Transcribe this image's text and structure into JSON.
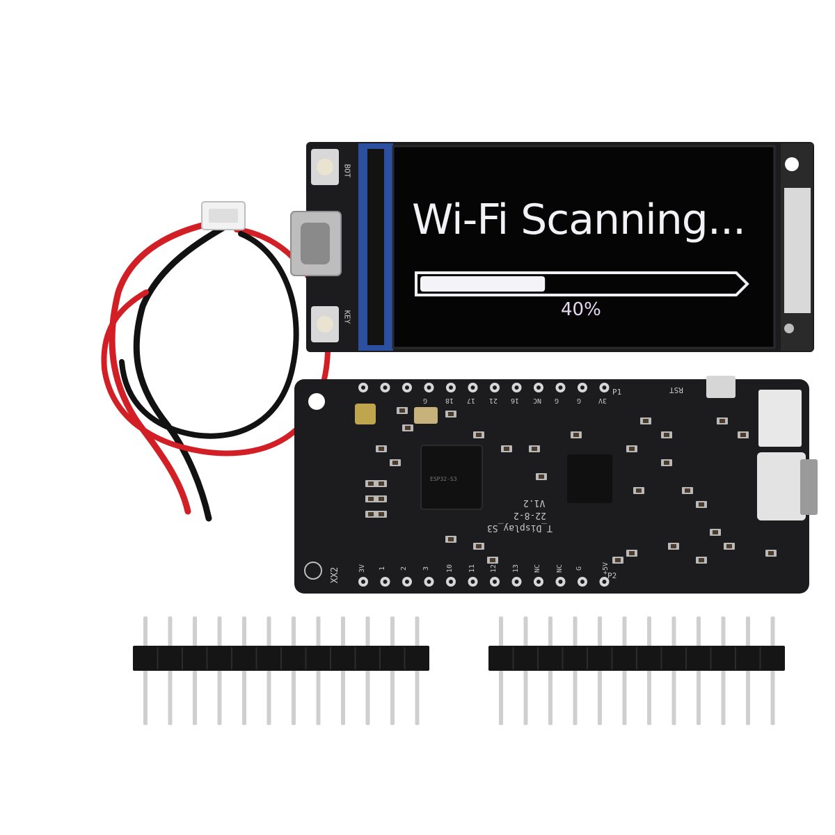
{
  "display": {
    "title": "Wi-Fi Scanning...",
    "progress_percent": 40,
    "progress_label": "40%"
  },
  "silkscreen": {
    "buttons": [
      "BOT",
      "KEY"
    ],
    "reset_label": "RST",
    "version": "V1.2",
    "date": "22-8-2",
    "board_name": "T_Display_S3",
    "chip_marking": "ESP32-S3",
    "top_header_label": "P1",
    "top_pins": [
      "G",
      "18",
      "17",
      "21",
      "16",
      "NC",
      "G",
      "G",
      "3V"
    ],
    "bottom_pins": [
      "3V",
      "1",
      "2",
      "3",
      "10",
      "11",
      "12",
      "13",
      "NC",
      "NC",
      "G",
      "+5V"
    ],
    "bottom_header_label": "P2",
    "antenna_label": "XX2"
  },
  "colors": {
    "pcb": "#1c1c1e",
    "screen": "#050505",
    "wire_red": "#d21f26",
    "wire_black": "#121212",
    "header_plastic": "#151515",
    "header_pin": "#cfcfcf"
  }
}
